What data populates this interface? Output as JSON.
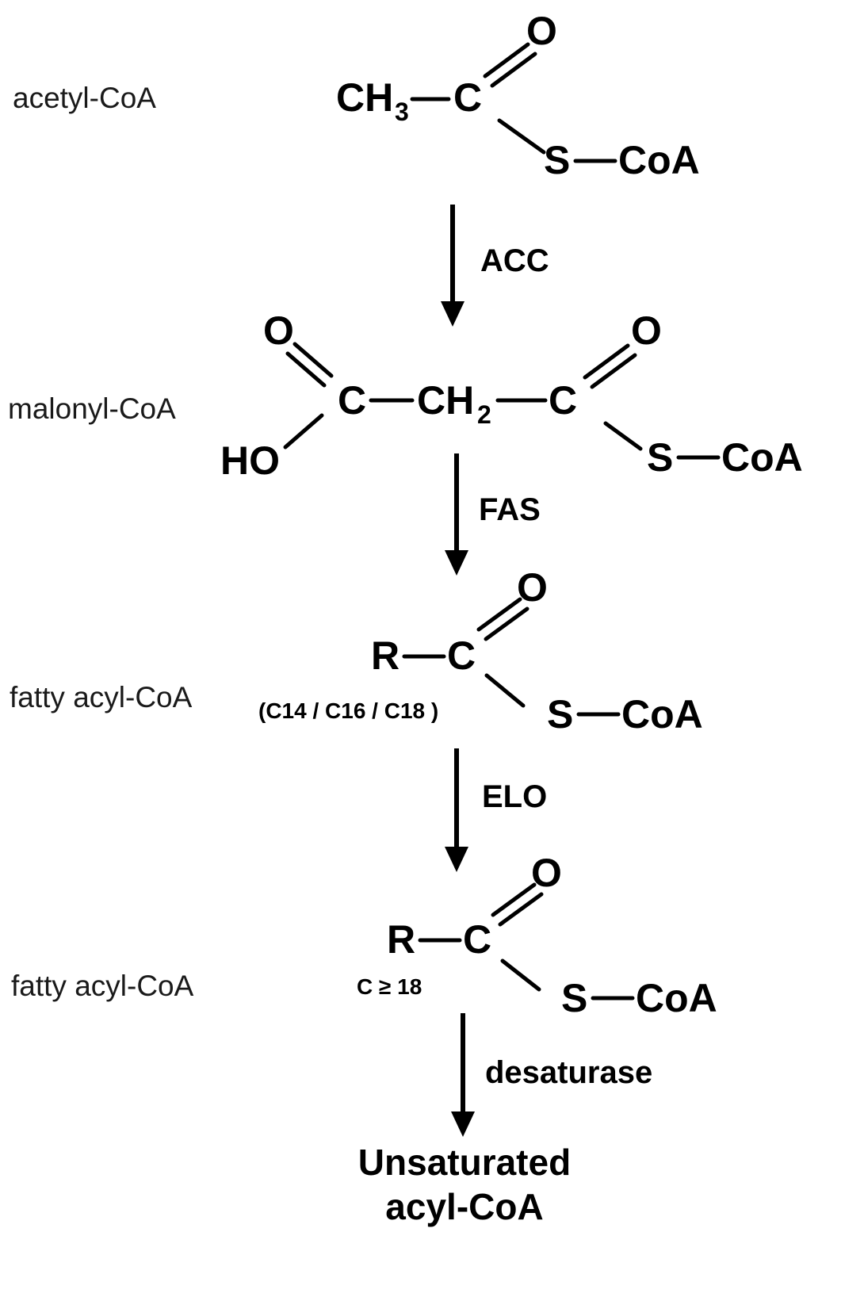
{
  "names": {
    "acetyl": "acetyl-CoA",
    "malonyl": "malonyl-CoA",
    "fatty1": "fatty acyl-CoA",
    "fatty2": "fatty acyl-CoA"
  },
  "enzymes": {
    "acc": "ACC",
    "fas": "FAS",
    "elo": "ELO",
    "desaturase": "desaturase"
  },
  "colors": {
    "elo": "#ff0000",
    "default": "#000000"
  },
  "atoms": {
    "CH": "CH",
    "three": "3",
    "two": "2",
    "C": "C",
    "O": "O",
    "S": "S",
    "CoA": "CoA",
    "HO": "HO",
    "R": "R"
  },
  "notes": {
    "chain_lengths": "(C14 / C16 / C18 )",
    "chain_min": "C ≥ 18"
  },
  "product": {
    "line1": "Unsaturated",
    "line2": "acyl-CoA"
  }
}
